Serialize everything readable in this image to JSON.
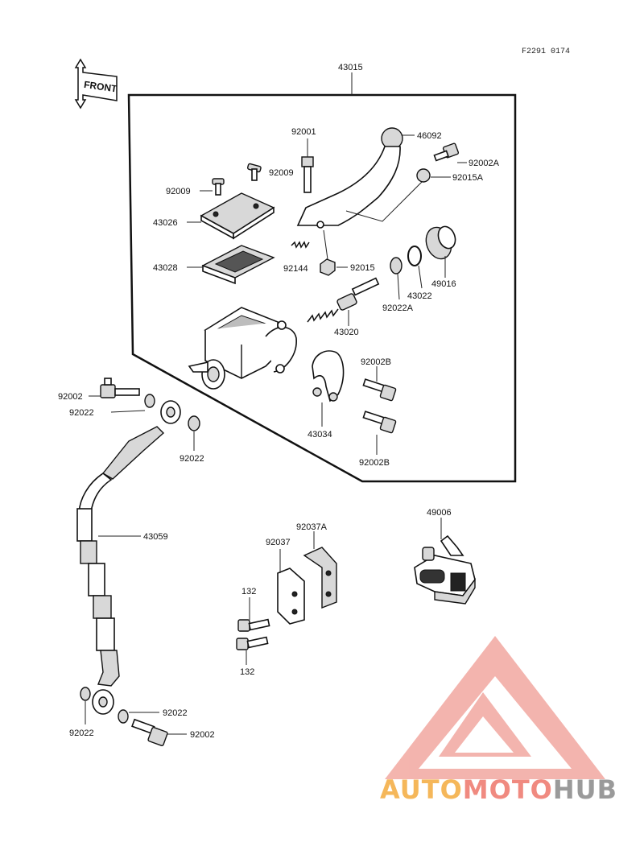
{
  "reference": "F2291 0174",
  "front_label": "FRONT",
  "labels": {
    "p43015": "43015",
    "p92001": "92001",
    "p46092": "46092",
    "p92002A": "92002A",
    "p92009a": "92009",
    "p92009b": "92009",
    "p92015A": "92015A",
    "p43026": "43026",
    "p43028": "43028",
    "p92144": "92144",
    "p92015": "92015",
    "p49016": "49016",
    "p43022": "43022",
    "p92022A": "92022A",
    "p43020": "43020",
    "p92002B_top": "92002B",
    "p43034": "43034",
    "p92002B_bot": "92002B",
    "p92002_top": "92002",
    "p92022_top": "92022",
    "p92022_mid": "92022",
    "p43059": "43059",
    "p92037A": "92037A",
    "p92037": "92037",
    "p49006": "49006",
    "p132_top": "132",
    "p132_bot": "132",
    "p92022_bl": "92022",
    "p92022_br": "92022",
    "p92002_bot": "92002"
  },
  "watermark": {
    "part1": "AUTO",
    "part2": "MOTO",
    "part3": "HUB",
    "color1": "#f5b75a",
    "color2": "#f08a80",
    "color3": "#9a9a9a"
  }
}
